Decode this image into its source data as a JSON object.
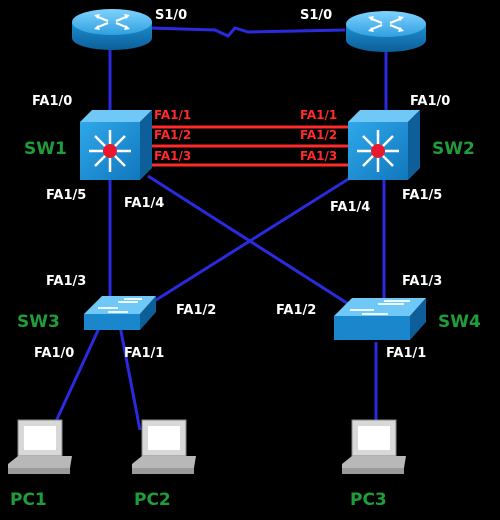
{
  "colors": {
    "background": "#000000",
    "link": "#2a2adf",
    "etherchannel": "#ff2a2a",
    "device_label": "#1f9d3a",
    "port_label": "#ffffff"
  },
  "devices": {
    "sw1": "SW1",
    "sw2": "SW2",
    "sw3": "SW3",
    "sw4": "SW4",
    "pc1": "PC1",
    "pc2": "PC2",
    "pc3": "PC3"
  },
  "ports": {
    "r1_s10": "S1/0",
    "r2_s10": "S1/0",
    "sw1_fa10": "FA1/0",
    "sw2_fa10": "FA1/0",
    "sw1_fa11": "FA1/1",
    "sw1_fa12": "FA1/2",
    "sw1_fa13": "FA1/3",
    "sw2_fa11": "FA1/1",
    "sw2_fa12": "FA1/2",
    "sw2_fa13": "FA1/3",
    "sw1_fa15": "FA1/5",
    "sw1_fa14": "FA1/4",
    "sw2_fa14": "FA1/4",
    "sw2_fa15": "FA1/5",
    "sw3_fa13": "FA1/3",
    "sw3_fa12": "FA1/2",
    "sw3_fa10": "FA1/0",
    "sw3_fa11": "FA1/1",
    "sw4_fa12": "FA1/2",
    "sw4_fa13": "FA1/3",
    "sw4_fa11": "FA1/1"
  },
  "icons": {
    "router": "router-icon",
    "multilayer_switch": "multilayer-switch-icon",
    "switch": "switch-icon",
    "pc": "pc-icon"
  }
}
